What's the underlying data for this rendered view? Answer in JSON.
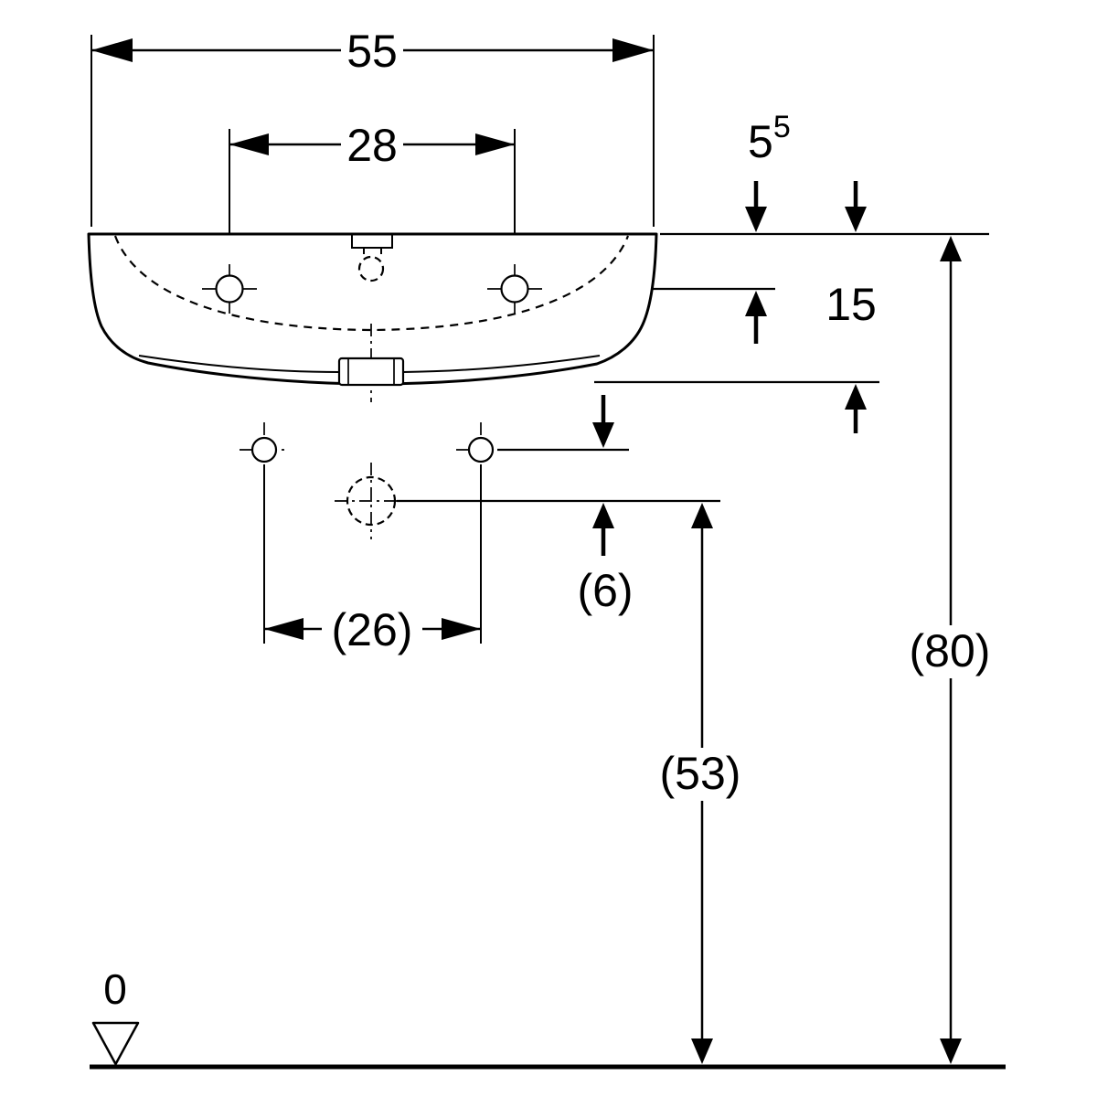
{
  "drawing": {
    "dim_width": "55",
    "dim_tap_spacing": "28",
    "dim_rim_to_tapholes_value": "5",
    "dim_rim_to_tapholes_sup": "5",
    "dim_basin_height": "15",
    "dim_hole_offset": "(6)",
    "dim_fixing_spacing": "(26)",
    "dim_trap_height": "(53)",
    "dim_rim_height": "(80)",
    "datum_zero": "0"
  }
}
